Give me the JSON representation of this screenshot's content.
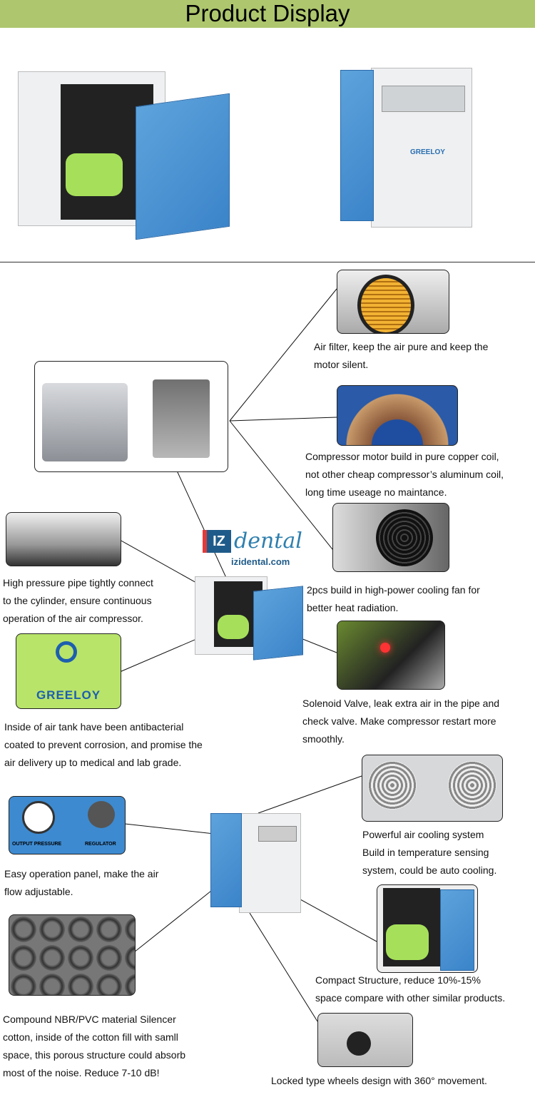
{
  "header": {
    "title": "Product Display"
  },
  "logo": {
    "brand_text": "dental",
    "url": "izidental.com",
    "mark": "IZ"
  },
  "brand_label": "GREELOY",
  "panel_labels": {
    "output": "OUTPUT PRESSURE",
    "regulator": "REGULATOR"
  },
  "features": [
    {
      "id": "air-filter",
      "lines": [
        "Air filter, keep the air pure and keep the",
        "motor silent."
      ]
    },
    {
      "id": "copper-coil",
      "lines": [
        "Compressor motor build in pure copper coil,",
        "not other cheap compressor’s aluminum coil,",
        "long time useage no maintance."
      ]
    },
    {
      "id": "cooling-fan",
      "lines": [
        "2pcs build in high-power cooling fan for",
        "better heat radiation."
      ]
    },
    {
      "id": "solenoid",
      "lines": [
        "Solenoid Valve, leak extra air in the pipe and",
        "check valve. Make compressor restart more",
        "smoothly."
      ]
    },
    {
      "id": "pipe",
      "lines": [
        "High pressure pipe tightly connect",
        "to the cylinder, ensure continuous",
        "operation of the air compressor."
      ]
    },
    {
      "id": "tank",
      "lines": [
        "Inside of air tank have been antibacterial",
        "coated to prevent corrosion, and promise the",
        "air delivery up to medical and lab grade."
      ]
    },
    {
      "id": "cooling-system",
      "lines": [
        "Powerful air cooling system",
        "Build in temperature sensing",
        "system, could be auto cooling."
      ]
    },
    {
      "id": "panel",
      "lines": [
        "Easy operation panel, make the air",
        "flow adjustable."
      ]
    },
    {
      "id": "compact",
      "lines": [
        "Compact Structure, reduce 10%-15%",
        "space compare with other similar products."
      ]
    },
    {
      "id": "silencer",
      "lines": [
        "Compound NBR/PVC material Silencer",
        "cotton, inside of the cotton fill with samll",
        "space, this porous structure could absorb",
        "most of the noise. Reduce 7-10 dB!"
      ]
    },
    {
      "id": "wheels",
      "lines": [
        "Locked type wheels design with 360° movement."
      ]
    }
  ]
}
